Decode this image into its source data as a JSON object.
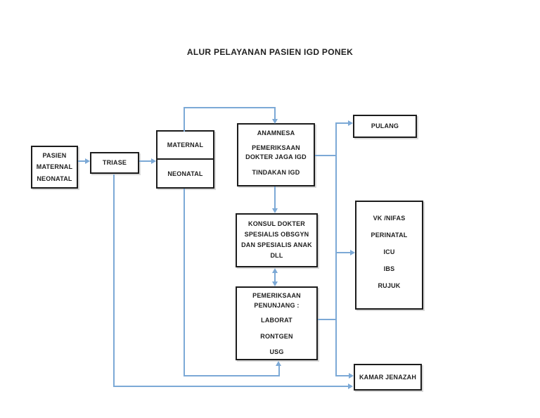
{
  "title": "ALUR PELAYANAN PASIEN IGD PONEK",
  "colors": {
    "connector": "#7CA9D6",
    "box_border": "#1C1C1C",
    "text": "#202020",
    "background": "#FFFFFF"
  },
  "nodes": {
    "pasien": {
      "lines": [
        "PASIEN",
        "MATERNAL",
        "NEONATAL"
      ]
    },
    "triase": {
      "label": "TRIASE"
    },
    "maternal": {
      "label": "MATERNAL"
    },
    "neonatal": {
      "label": "NEONATAL"
    },
    "anamnesa": {
      "lines": [
        "ANAMNESA",
        "PEMERIKSAAN",
        "DOKTER JAGA IGD",
        "TINDAKAN IGD"
      ]
    },
    "pulang": {
      "label": "PULANG"
    },
    "konsul": {
      "lines": [
        "KONSUL DOKTER",
        "SPESIALIS OBSGYN",
        "DAN SPESIALIS ANAK",
        "DLL"
      ]
    },
    "penunjang": {
      "lines": [
        "PEMERIKSAAN",
        "PENUNJANG :",
        "LABORAT",
        "RONTGEN",
        "USG"
      ]
    },
    "ward": {
      "lines": [
        "VK /NIFAS",
        "PERINATAL",
        "ICU",
        "IBS",
        "RUJUK"
      ]
    },
    "kamar_jenazah": {
      "label": "KAMAR JENAZAH"
    }
  },
  "edges": [
    "pasien -> triase",
    "triase -> maternal/neonatal",
    "maternal/neonatal (top) -> anamnesa",
    "anamnesa -> konsul dokter spesialis",
    "konsul dokter spesialis <-> pemeriksaan penunjang",
    "neonatal (bottom) -> pemeriksaan penunjang (bottom)",
    "anamnesa -> pulang",
    "anamnesa / pemeriksaan penunjang -> vk-nifas ward",
    "anamnesa / pemeriksaan penunjang -> kamar jenazah",
    "triase -> kamar jenazah"
  ]
}
